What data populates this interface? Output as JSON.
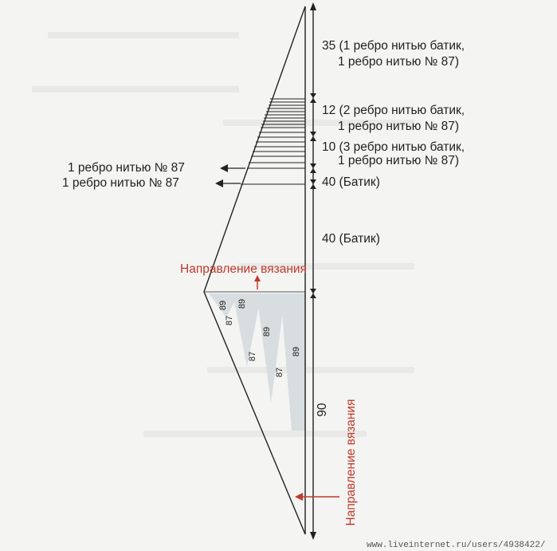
{
  "labels": {
    "row35_line1": "35 (1 ребро нитью батик,",
    "row35_line2": "1 ребро нитью № 87)",
    "row12_line1": "12 (2 ребро нитью батик,",
    "row12_line2": "1 ребро нитью № 87)",
    "row10_line1": "10 (3 ребро нитью батик,",
    "row10_line2": "1 ребро нитью № 87)",
    "left_rib_1": "1 ребро нитью № 87",
    "left_rib_2": "1 ребро нитью № 87",
    "row40a": "40 (Батик)",
    "row40b": "40 (Батик)",
    "direction_top": "Направление вязания",
    "direction_bottom": "Направление вязания",
    "row90": "90"
  },
  "wedge_numbers": {
    "n1": "89",
    "n2": "87",
    "n3": "89",
    "n4": "87",
    "n5": "89",
    "n6": "87",
    "n7": "89"
  },
  "watermark": "www.liveinternet.ru/users/4938422/",
  "colors": {
    "line": "#222222",
    "accent": "#c0392b",
    "wedge_fill": "#d8dde0"
  }
}
